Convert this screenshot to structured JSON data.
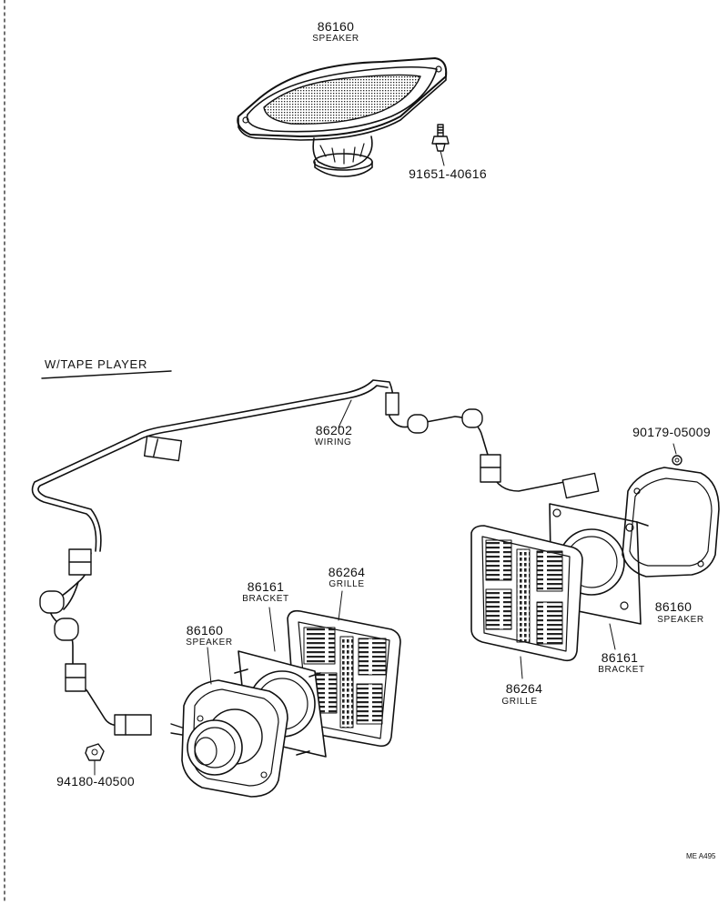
{
  "section_label": "W/TAPE PLAYER",
  "footer_code": "ME A495",
  "parts": {
    "top_speaker": {
      "number": "86160",
      "name": "SPEAKER"
    },
    "top_screw": {
      "number": "91651-40616"
    },
    "wiring": {
      "number": "86202",
      "name": "WIRING"
    },
    "nut_right": {
      "number": "90179-05009"
    },
    "left_grille": {
      "number": "86264",
      "name": "GRILLE"
    },
    "left_bracket": {
      "number": "86161",
      "name": "BRACKET"
    },
    "left_speaker": {
      "number": "86160",
      "name": "SPEAKER"
    },
    "right_speaker": {
      "number": "86160",
      "name": "SPEAKER"
    },
    "right_bracket": {
      "number": "86161",
      "name": "BRACKET"
    },
    "right_grille": {
      "number": "86264",
      "name": "GRILLE"
    },
    "nut_left": {
      "number": "94180-40500"
    }
  }
}
